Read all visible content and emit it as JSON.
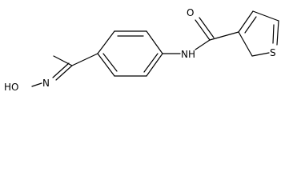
{
  "labels": {
    "hydroxy": "HO",
    "imine_n": "N",
    "amide_nh": "NH",
    "carbonyl_o": "O",
    "thiophene_s": "S"
  }
}
